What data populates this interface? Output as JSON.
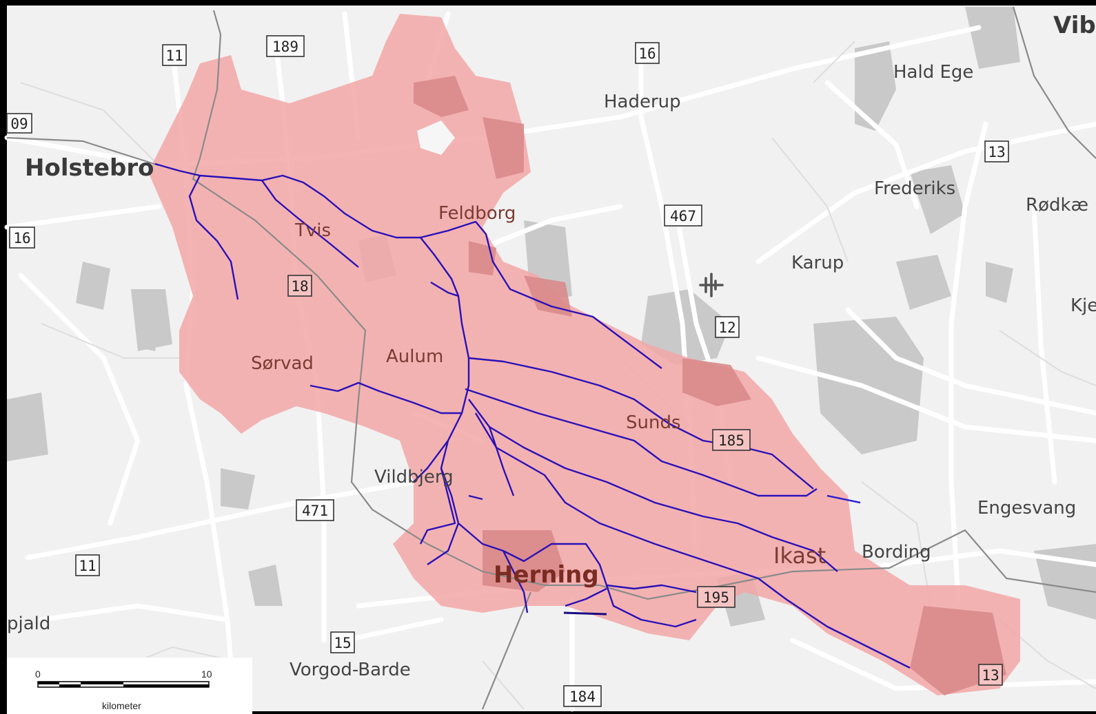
{
  "towns": {
    "holstebro": "Holstebro",
    "vib": "Vib",
    "hald_ege": "Hald Ege",
    "haderup": "Haderup",
    "frederiks": "Frederiks",
    "rodkae": "Rødkæ",
    "karup": "Karup",
    "kje": "Kje",
    "feldborg": "Feldborg",
    "tvis": "Tvis",
    "sorvad": "Sørvad",
    "aulum": "Aulum",
    "sunds": "Sunds",
    "vildbjerg": "Vildbjerg",
    "engesvang": "Engesvang",
    "bording": "Bording",
    "ikast": "Ikast",
    "herning": "Herning",
    "pjald": "pjald",
    "vorgod_barde": "Vorgod-Barde"
  },
  "roads": {
    "r11a": "11",
    "r189": "189",
    "r16a": "16",
    "r09": "09",
    "r13a": "13",
    "r467": "467",
    "r16b": "16",
    "r18": "18",
    "r12": "12",
    "r185": "185",
    "r471": "471",
    "r11b": "11",
    "r195": "195",
    "r15": "15",
    "r184": "184",
    "r13b": "13"
  },
  "scale_bar": {
    "min_label": "0",
    "max_label": "10",
    "unit_label": "kilometer"
  },
  "colors": {
    "land": "#f1f1f1",
    "road": "#ffffff",
    "urban": "#c9c9c9",
    "catchment": "#f3a7a7",
    "catchment_urban": "#d98a8a",
    "river": "#2a10b8",
    "railway": "#8a8a8a"
  },
  "icons": {
    "airport": "airport-plane-icon"
  }
}
